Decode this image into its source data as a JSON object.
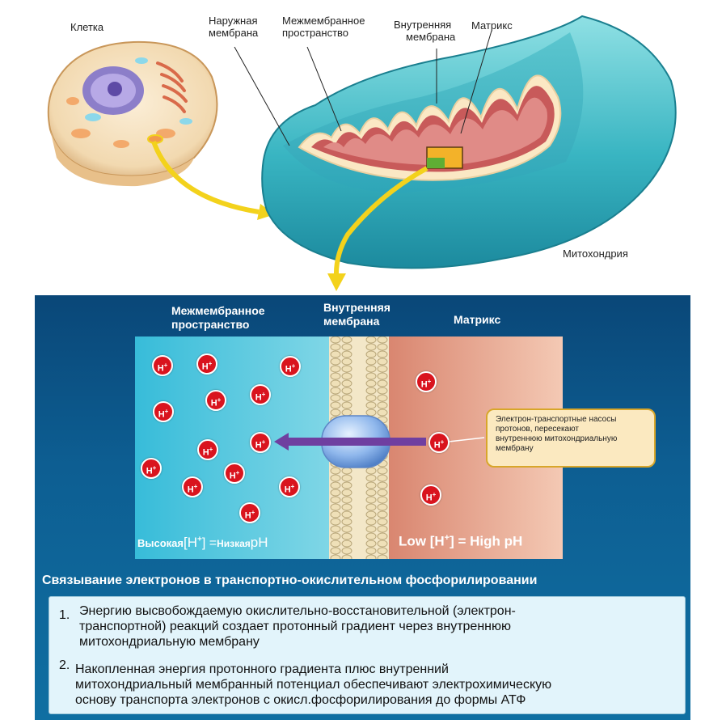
{
  "labels": {
    "cell": "Клетка",
    "outer_membrane": [
      "Наружная",
      "мембрана"
    ],
    "intermembrane_space": [
      "Межмембранное",
      "пространство"
    ],
    "inner_membrane": [
      "Внутренняя",
      "мембрана"
    ],
    "matrix": "Матрикс",
    "mitochondrion": "Митохондрия"
  },
  "panel": {
    "header_left": [
      "Межмембранное",
      "пространство"
    ],
    "header_middle": [
      "Внутренняя",
      "мембрана"
    ],
    "header_right": "Матрикс",
    "ion_label": "H",
    "ion_charge": "+",
    "callout": [
      "Электрон-транспортные насосы",
      "протонов, пересекают",
      "внутреннюю митохондриальную",
      "мембрану"
    ],
    "left_ph": {
      "high": "Высокая",
      "ion": "[H",
      "charge": "+",
      "close": "] =",
      "low": "Низкая",
      "ph": "pH"
    },
    "right_ph": {
      "text": "Low [H",
      "charge": "+",
      "rest": "] = High pH"
    },
    "title": "Связывание электронов в транспортно-окислительном фосфорилировании"
  },
  "notes": {
    "n1": "1.",
    "item1": [
      "Энергию высвобождаемую окислительно-восстановительной (электрон-",
      "транспортной) реакций создает протонный градиент через внутреннюю",
      "митохондриальную мембрану"
    ],
    "n2": "2.",
    "item2": [
      "Накопленная энергия протонного градиента плюс внутренний",
      "митохондриальный мембранный потенциал обеспечивают электрохимическую",
      "основу транспорта электронов с окисл.фосфорилирования до формы АТФ"
    ]
  },
  "colors": {
    "matrix": "#e8ab98",
    "intermembrane": "#3dbedb",
    "proton": "#d9141e",
    "arrow": "#f3d21c"
  }
}
